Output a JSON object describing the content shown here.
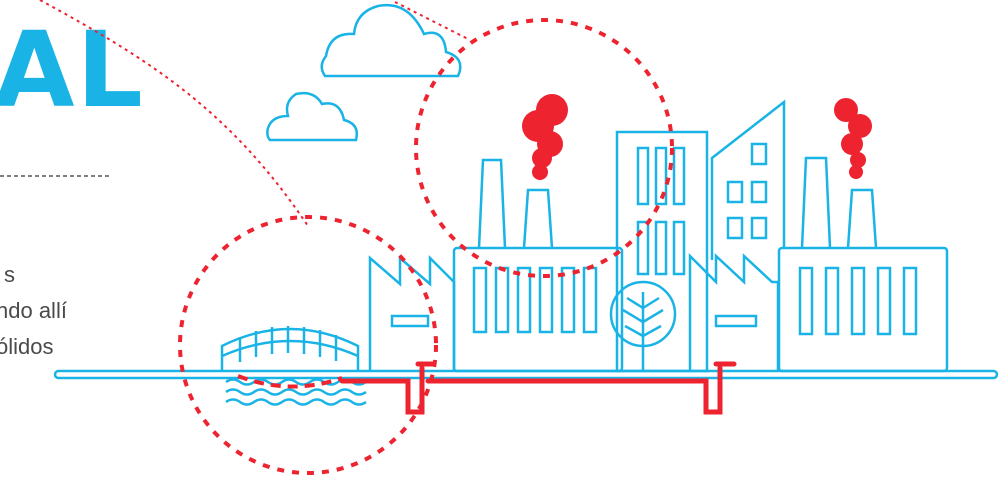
{
  "headline": "AL",
  "body_lines": [
    "s",
    "ndo allí",
    "ólidos"
  ],
  "colors": {
    "accent_blue": "#19b3e6",
    "pollution_red": "#ee2330",
    "text_gray": "#4a4a4a"
  },
  "icons": [
    "cloud-icon",
    "factory-icon",
    "office-building-icon",
    "tree-icon",
    "bridge-icon",
    "water-waves-icon",
    "smoke-icon",
    "drain-pipe-icon"
  ]
}
